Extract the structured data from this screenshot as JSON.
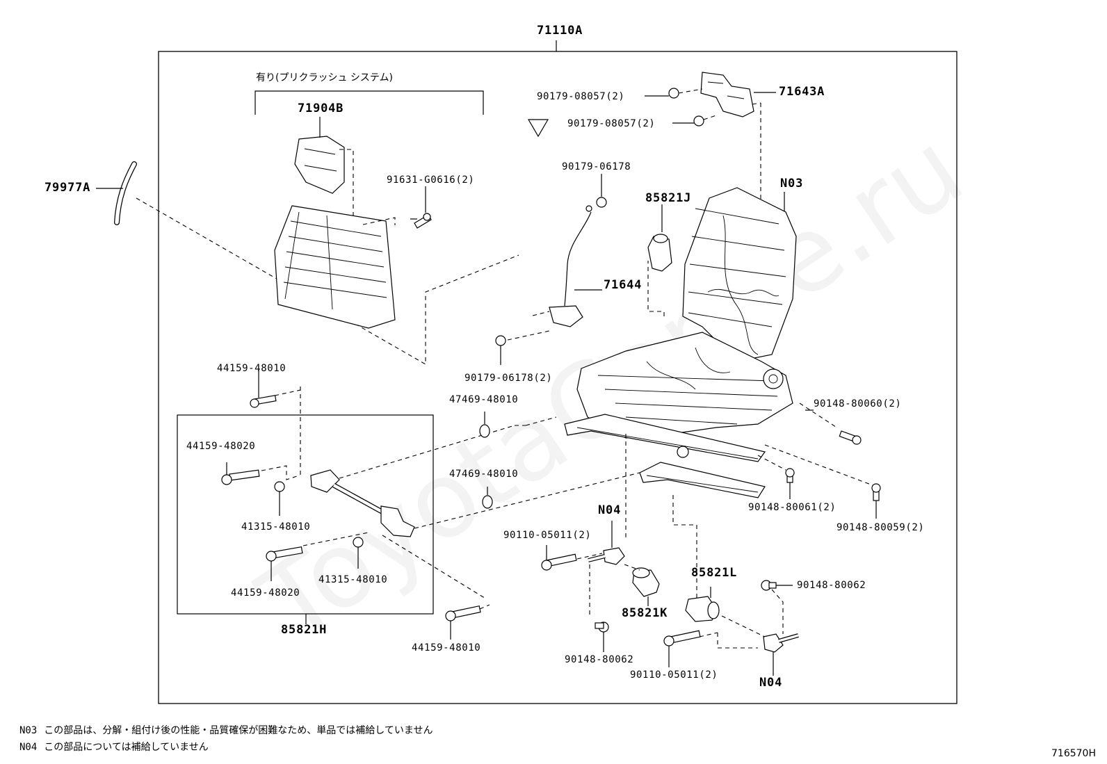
{
  "diagram": {
    "assembly_code": "71110A",
    "figure_code": "716570H",
    "watermark": "ToyotaCarMe.ru",
    "pre_crash_bracket_label": "有り(プリクラッシュ システム)",
    "labels": {
      "p71904B": "71904B",
      "p91631": "91631-G0616(2)",
      "p79977A": "79977A",
      "p90179_08057_a": "90179-08057(2)",
      "p90179_08057_b": "90179-08057(2)",
      "p71643A": "71643A",
      "p90179_06178": "90179-06178",
      "p85821J": "85821J",
      "pN03": "N03",
      "p71644": "71644",
      "p90179_06178_2": "90179-06178(2)",
      "p44159_48010_top": "44159-48010",
      "p47469_48010_a": "47469-48010",
      "p44159_48020_a": "44159-48020",
      "p41315_48010_a": "41315-48010",
      "p47469_48010_b": "47469-48010",
      "p44159_48020_b": "44159-48020",
      "p41315_48010_b": "41315-48010",
      "p85821H": "85821H",
      "p44159_48010_bot": "44159-48010",
      "p90148_80060": "90148-80060(2)",
      "p90148_80061": "90148-80061(2)",
      "p90148_80059": "90148-80059(2)",
      "pN04_a": "N04",
      "p90110_05011_a": "90110-05011(2)",
      "p85821K": "85821K",
      "p90148_80062_a": "90148-80062",
      "p85821L": "85821L",
      "p90148_80062_b": "90148-80062",
      "p90110_05011_b": "90110-05011(2)",
      "pN04_b": "N04"
    },
    "notes": [
      {
        "code": "N03",
        "text": "この部品は、分解・組付け後の性能・品質確保が困難なため、単品では補給していません"
      },
      {
        "code": "N04",
        "text": "この部品については補給していません"
      }
    ]
  }
}
